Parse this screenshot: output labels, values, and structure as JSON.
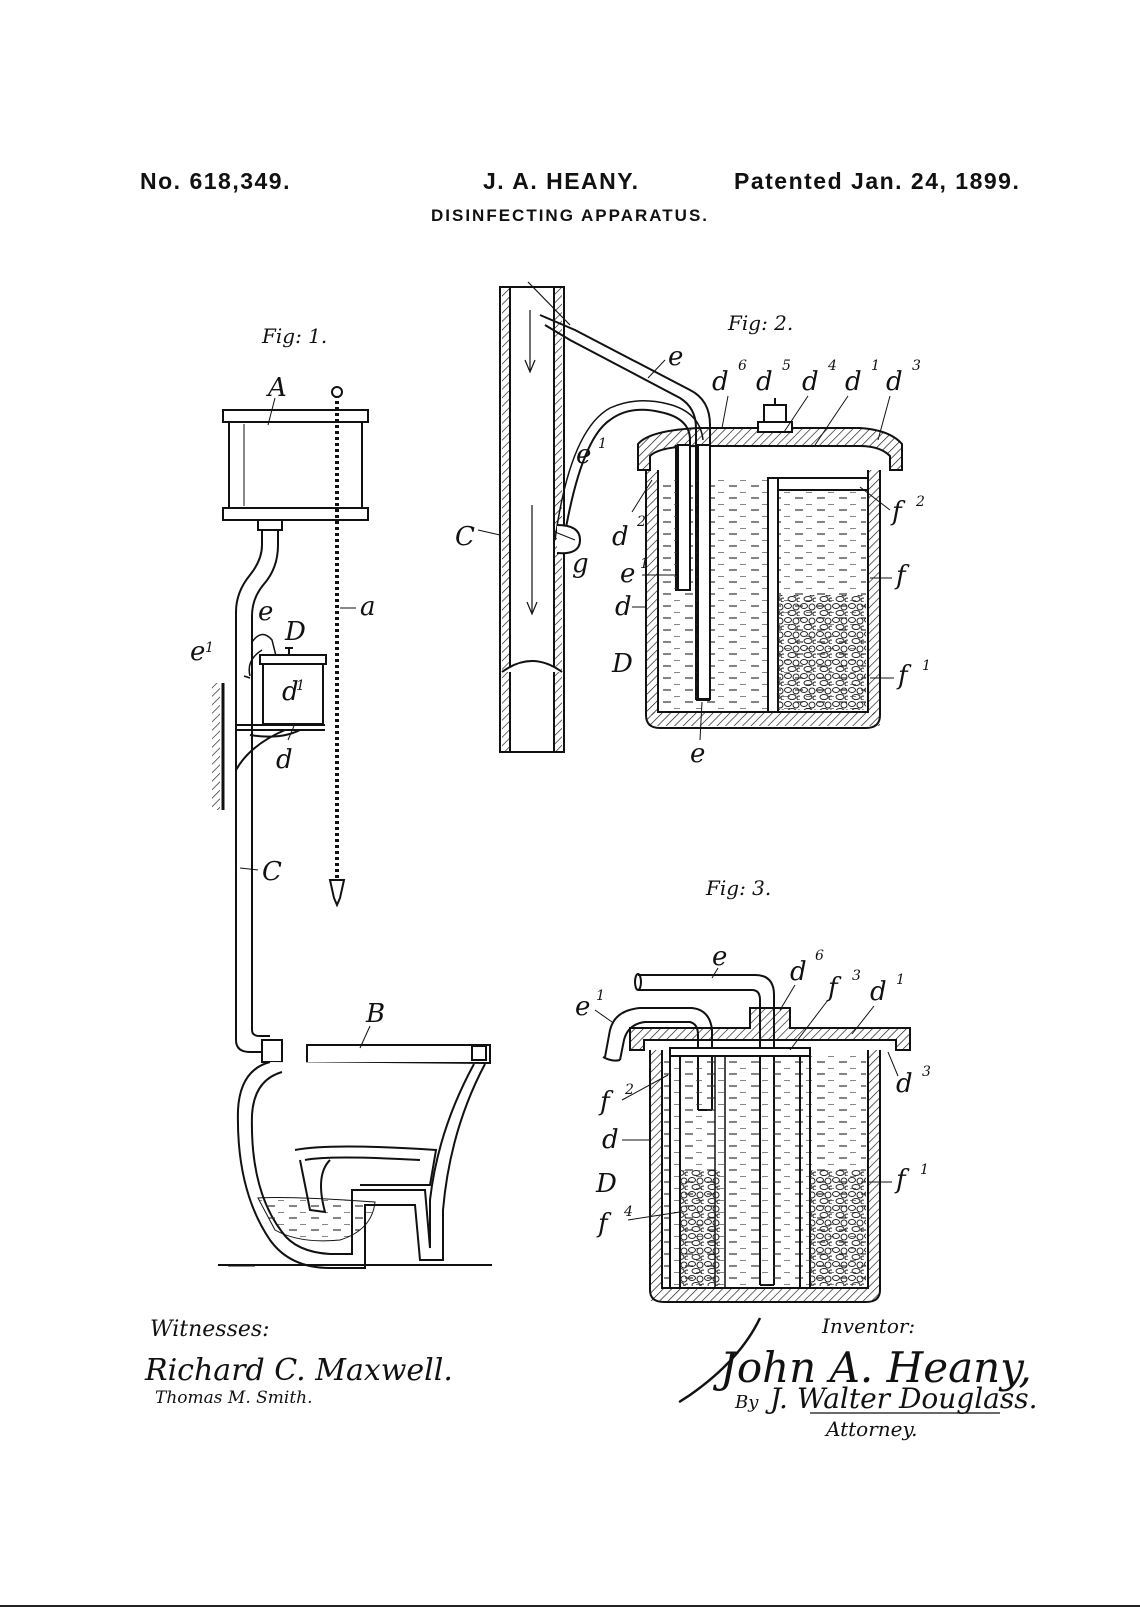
{
  "header": {
    "patent_number": "No. 618,349.",
    "inventor_name": "J. A. HEANY.",
    "patent_date": "Patented Jan. 24, 1899.",
    "title": "DISINFECTING APPARATUS."
  },
  "figures": {
    "fig1": {
      "caption": "Fig: 1.",
      "labels": {
        "A": "A",
        "a": "a",
        "e": "e",
        "D": "D",
        "e1": "e",
        "d1": "d",
        "d": "d",
        "C": "C",
        "B": "B"
      }
    },
    "fig2": {
      "caption": "Fig: 2.",
      "labels": {
        "e": "e",
        "d6": "d",
        "d5": "d",
        "d4": "d",
        "d1": "d",
        "d3": "d",
        "e1_top": "e",
        "C": "C",
        "d2": "d",
        "g": "g",
        "f2": "f",
        "e1": "e",
        "f": "f",
        "d": "d",
        "D": "D",
        "f1": "f",
        "e_bottom": "e"
      }
    },
    "fig3": {
      "caption": "Fig: 3.",
      "labels": {
        "e": "e",
        "d6": "d",
        "f3": "f",
        "d1": "d",
        "e1": "e",
        "f2": "f",
        "d3": "d",
        "d": "d",
        "D": "D",
        "f1": "f",
        "f4": "f"
      }
    }
  },
  "witnesses": {
    "heading": "Witnesses:",
    "names": [
      "Richard C. Maxwell.",
      "Thomas M. Smith."
    ]
  },
  "inventor": {
    "heading": "Inventor:",
    "signature": "John A. Heany,",
    "by_label": "By",
    "attorney_signature": "J. Walter Douglass.",
    "attorney_label": "Attorney."
  }
}
